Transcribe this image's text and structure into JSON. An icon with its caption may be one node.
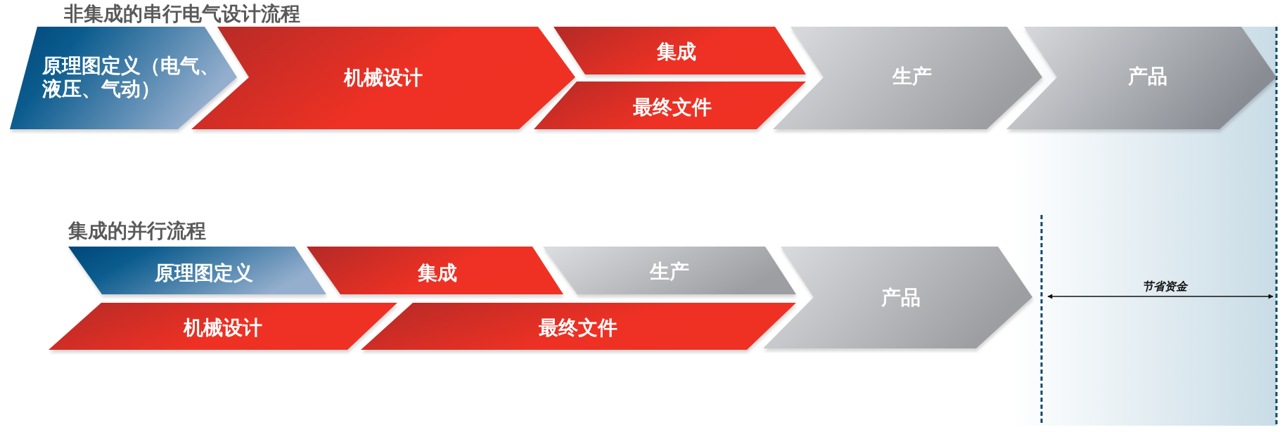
{
  "diagram": {
    "nodes": [
      {
        "text": [
          "原理图定义（电气、液压、气动）"
        ]
      },
      {
        "text": [
          "机械设计"
        ]
      },
      {
        "text": [
          "集成"
        ]
      },
      {
        "text": [
          "最终文件"
        ]
      },
      {
        "text": [
          "生产"
        ]
      },
      {
        "text": [
          "产品"
        ]
      },
      {
        "text": [
          "原理图定义"
        ]
      },
      {
        "text": [
          "集成"
        ]
      },
      {
        "text": [
          "生产"
        ]
      },
      {
        "text": [
          "机械设计"
        ]
      },
      {
        "text": [
          "最终文件"
        ]
      },
      {
        "text": [
          "产品"
        ]
      }
    ],
    "labels": [
      "非集成的串行电气设计流程",
      "集成的并行流程",
      "节省资金"
    ]
  }
}
